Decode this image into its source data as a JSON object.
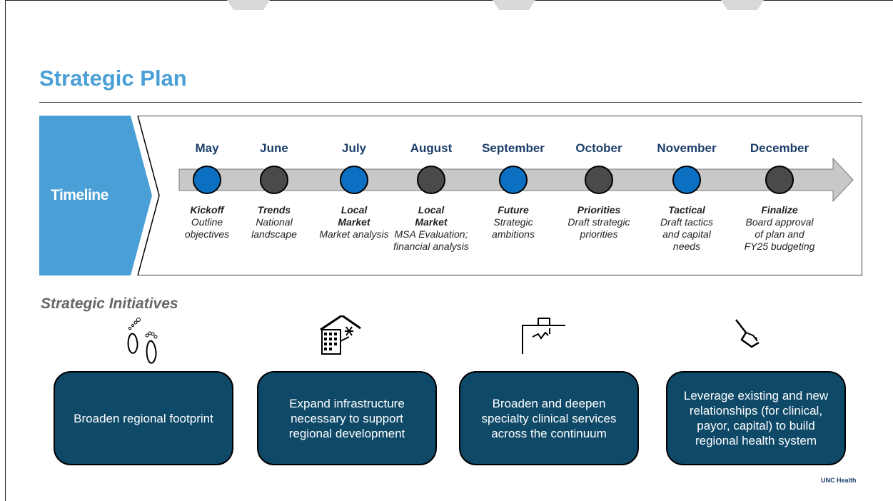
{
  "header": {
    "title": "Strategic Plan"
  },
  "timeline": {
    "label": "Timeline",
    "months": [
      {
        "month": "May",
        "heading": "Kickoff",
        "detail": "Outline objectives",
        "color": "#0b6fc2"
      },
      {
        "month": "June",
        "heading": "Trends",
        "detail": "National landscape",
        "color": "#4a4a4a"
      },
      {
        "month": "July",
        "heading": "Local Market",
        "detail": "Market analysis",
        "color": "#0b6fc2"
      },
      {
        "month": "August",
        "heading": "Local Market",
        "detail": "MSA Evaluation; financial analysis",
        "color": "#4a4a4a"
      },
      {
        "month": "September",
        "heading": "Future",
        "detail": "Strategic ambitions",
        "color": "#0b6fc2"
      },
      {
        "month": "October",
        "heading": "Priorities",
        "detail": "Draft strategic priorities",
        "color": "#4a4a4a"
      },
      {
        "month": "November",
        "heading": "Tactical",
        "detail": "Draft tactics and capital needs",
        "color": "#0b6fc2"
      },
      {
        "month": "December",
        "heading": "Finalize",
        "detail": "Board approval of plan and FY25 budgeting",
        "color": "#4a4a4a"
      }
    ]
  },
  "initiatives": {
    "heading": "Strategic Initiatives",
    "items": [
      {
        "text": "Broaden regional footprint",
        "icon": "footprints-icon"
      },
      {
        "text": "Expand infrastructure necessary to support regional development",
        "icon": "building-icon"
      },
      {
        "text": "Broaden and deepen specialty clinical services across the continuum",
        "icon": "clinical-chart-icon"
      },
      {
        "text": "Leverage existing and new relationships (for clinical, payor, capital) to build regional health system",
        "icon": "handshake-icon"
      }
    ]
  },
  "footer": {
    "brand": "UNC Health"
  },
  "colors": {
    "title_blue": "#4a9fd6",
    "card_navy": "#0f4968",
    "dot_blue": "#0b6fc2",
    "dot_gray": "#4a4a4a"
  }
}
